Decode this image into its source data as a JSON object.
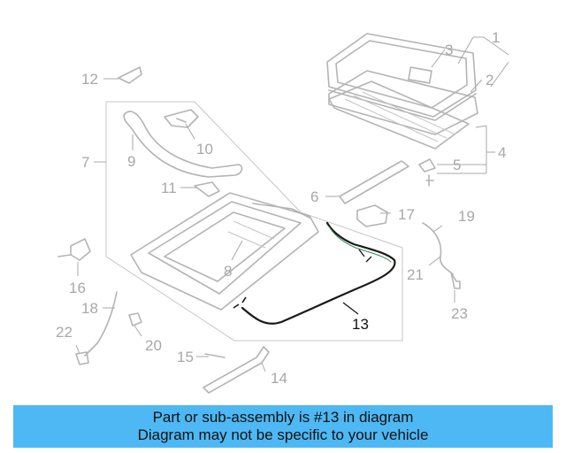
{
  "diagram": {
    "callouts": [
      {
        "id": "1",
        "label": "1",
        "highlight": false
      },
      {
        "id": "2",
        "label": "2",
        "highlight": false
      },
      {
        "id": "3",
        "label": "3",
        "highlight": false
      },
      {
        "id": "4",
        "label": "4",
        "highlight": false
      },
      {
        "id": "5",
        "label": "5",
        "highlight": false
      },
      {
        "id": "6",
        "label": "6",
        "highlight": false
      },
      {
        "id": "7",
        "label": "7",
        "highlight": false
      },
      {
        "id": "8",
        "label": "8",
        "highlight": false
      },
      {
        "id": "9",
        "label": "9",
        "highlight": false
      },
      {
        "id": "10",
        "label": "10",
        "highlight": false
      },
      {
        "id": "11",
        "label": "11",
        "highlight": false
      },
      {
        "id": "12",
        "label": "12",
        "highlight": false
      },
      {
        "id": "13",
        "label": "13",
        "highlight": true
      },
      {
        "id": "14",
        "label": "14",
        "highlight": false
      },
      {
        "id": "15",
        "label": "15",
        "highlight": false
      },
      {
        "id": "16",
        "label": "16",
        "highlight": false
      },
      {
        "id": "17",
        "label": "17",
        "highlight": false
      },
      {
        "id": "18",
        "label": "18",
        "highlight": false
      },
      {
        "id": "19",
        "label": "19",
        "highlight": false
      },
      {
        "id": "20",
        "label": "20",
        "highlight": false
      },
      {
        "id": "21",
        "label": "21",
        "highlight": false
      },
      {
        "id": "22",
        "label": "22",
        "highlight": false
      },
      {
        "id": "23",
        "label": "23",
        "highlight": false
      }
    ],
    "colors": {
      "part_line": "#b4b4b4",
      "callout_text": "#a8a8a8",
      "highlight_part": "#1a1a1a",
      "highlight_accent": "#2e8b57"
    }
  },
  "banner": {
    "line1": "Part or sub-assembly is #13 in diagram",
    "line2": "Diagram may not be specific to your vehicle",
    "background": "#4db8f3"
  }
}
